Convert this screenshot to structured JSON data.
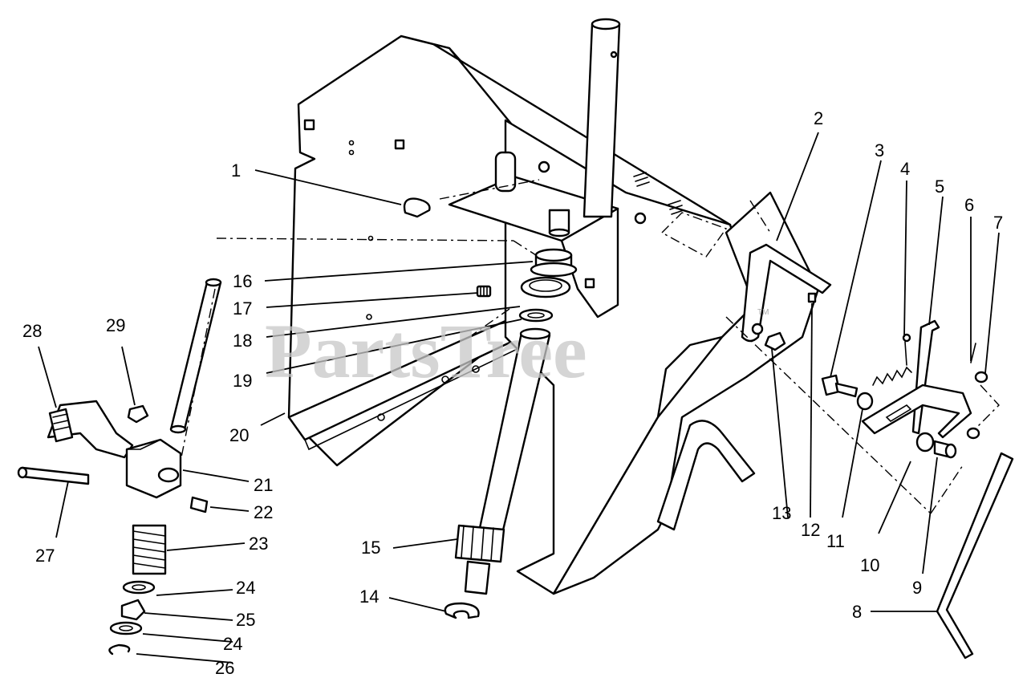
{
  "watermark": {
    "text": "PartsTree",
    "trademark": "TM"
  },
  "callouts": [
    {
      "id": "c1",
      "label": "1"
    },
    {
      "id": "c2",
      "label": "2"
    },
    {
      "id": "c3",
      "label": "3"
    },
    {
      "id": "c4",
      "label": "4"
    },
    {
      "id": "c5",
      "label": "5"
    },
    {
      "id": "c6",
      "label": "6"
    },
    {
      "id": "c7",
      "label": "7"
    },
    {
      "id": "c8",
      "label": "8"
    },
    {
      "id": "c9",
      "label": "9"
    },
    {
      "id": "c10",
      "label": "10"
    },
    {
      "id": "c11",
      "label": "11"
    },
    {
      "id": "c12",
      "label": "12"
    },
    {
      "id": "c13",
      "label": "13"
    },
    {
      "id": "c14",
      "label": "14"
    },
    {
      "id": "c15",
      "label": "15"
    },
    {
      "id": "c16",
      "label": "16"
    },
    {
      "id": "c17",
      "label": "17"
    },
    {
      "id": "c18",
      "label": "18"
    },
    {
      "id": "c19",
      "label": "19"
    },
    {
      "id": "c20",
      "label": "20"
    },
    {
      "id": "c21",
      "label": "21"
    },
    {
      "id": "c22",
      "label": "22"
    },
    {
      "id": "c23",
      "label": "23"
    },
    {
      "id": "c24a",
      "label": "24"
    },
    {
      "id": "c25",
      "label": "25"
    },
    {
      "id": "c24b",
      "label": "24"
    },
    {
      "id": "c26",
      "label": "26"
    },
    {
      "id": "c27",
      "label": "27"
    },
    {
      "id": "c28",
      "label": "28"
    },
    {
      "id": "c29",
      "label": "29"
    }
  ]
}
